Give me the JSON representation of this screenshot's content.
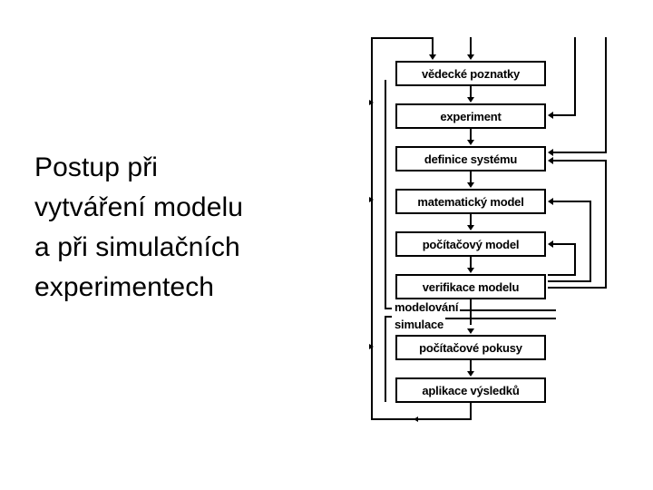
{
  "slide": {
    "background_color": "#ffffff",
    "line_color": "#000000",
    "text_color": "#000000"
  },
  "heading": {
    "text": "Postup při\nvytváření modelu\na při simulačních\nexperimentech",
    "lines": [
      "Postup při",
      "vytváření modelu",
      "a při simulačních",
      "experimentech"
    ]
  },
  "diagram": {
    "title": "Postup při vytváření modelu a při simulačních experimentech",
    "nodes": [
      {
        "id": "vedecke-poznatky",
        "label": "vědecké poznatky"
      },
      {
        "id": "experiment",
        "label": "experiment"
      },
      {
        "id": "definice-systemu",
        "label": "definice systému"
      },
      {
        "id": "matematicky-model",
        "label": "matematický model"
      },
      {
        "id": "pocitacovy-model",
        "label": "počítačový model"
      },
      {
        "id": "verifikace-modelu",
        "label": "verifikace modelu"
      },
      {
        "id": "pocitacove-pokusy",
        "label": "počítačové pokusy"
      },
      {
        "id": "aplikace-vysledku",
        "label": "aplikace výsledků"
      }
    ],
    "bracket_labels": [
      {
        "id": "modelovani",
        "label": "modelování"
      },
      {
        "id": "simulace",
        "label": "simulace"
      }
    ],
    "flow": [
      "vědecké poznatky → experiment",
      "experiment → definice systému",
      "definice systému → matematický model",
      "matematický model → počítačový model",
      "počítačový model → verifikace modelu",
      "verifikace modelu → počítačové pokusy",
      "počítačové pokusy → aplikace výsledků"
    ],
    "feedback": [
      "aplikace výsledků → vědecké poznatky",
      "verifikace modelu → definice systému",
      "verifikace modelu → matematický model",
      "verifikace modelu → počítačový model",
      "definice systému → experiment"
    ]
  }
}
